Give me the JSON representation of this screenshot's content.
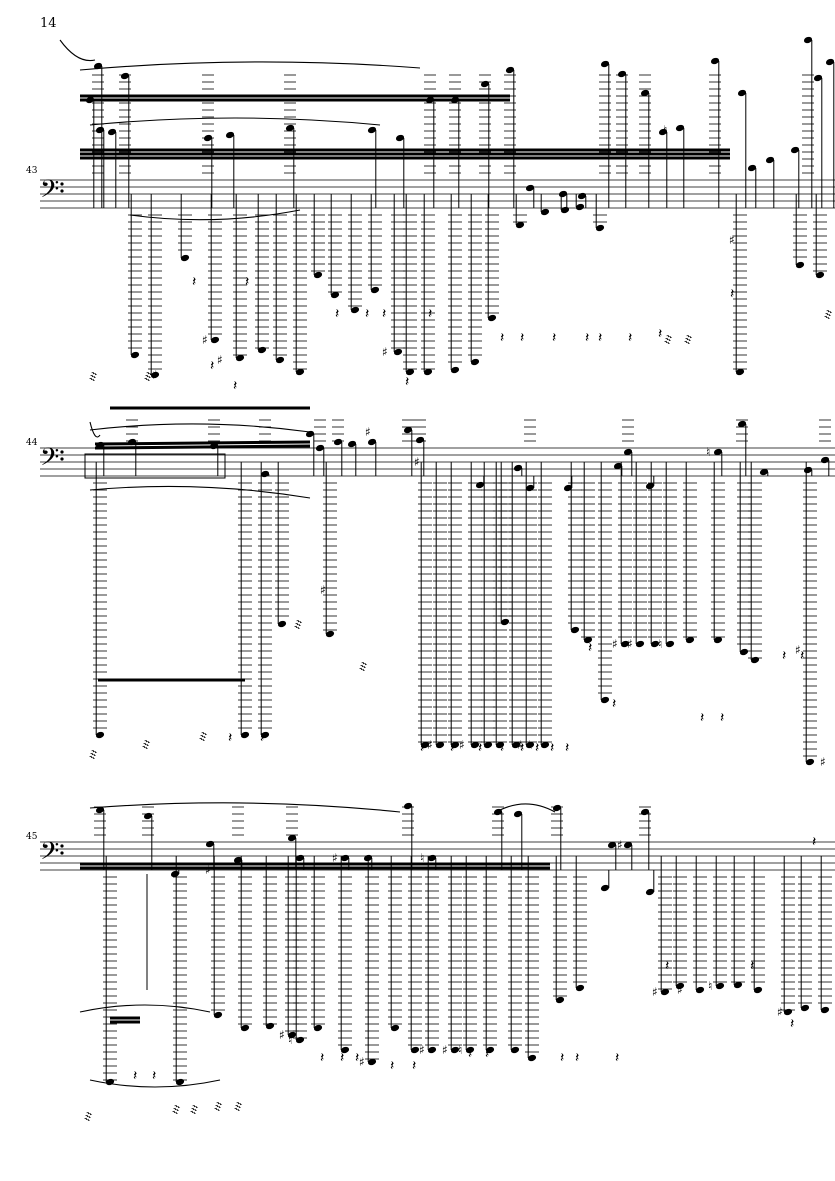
{
  "page": {
    "number": "14"
  },
  "systems": [
    {
      "measure_number": "43"
    },
    {
      "measure_number": "44"
    },
    {
      "measure_number": "45"
    }
  ],
  "notation": {
    "clef": "bass-clef",
    "ink_color": "#000000",
    "paper_color": "#ffffff"
  }
}
